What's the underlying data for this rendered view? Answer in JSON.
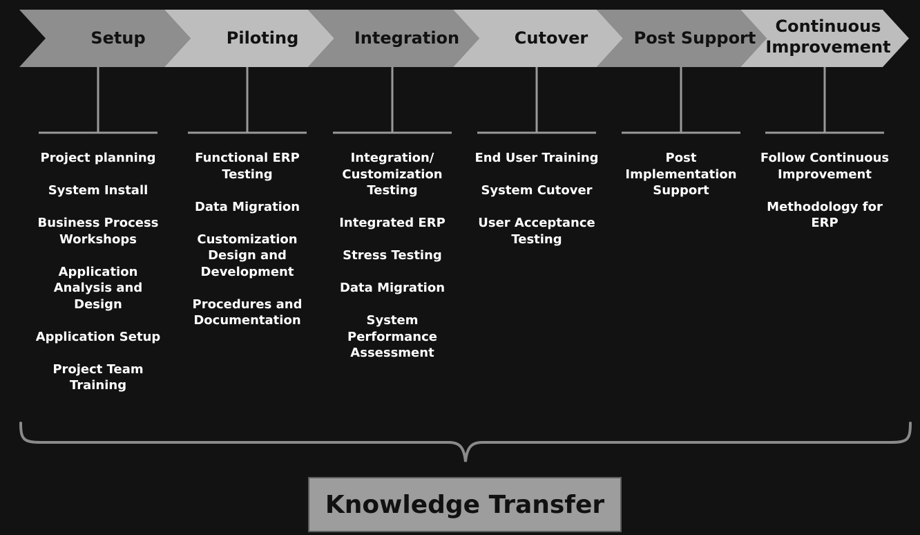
{
  "phases": [
    {
      "key": "setup",
      "label": "Setup",
      "fill": "#8e8e8e",
      "tasks": [
        "Project planning",
        "System Install",
        "Business Process Workshops",
        "Application Analysis and Design",
        "Application Setup",
        "Project Team Training"
      ]
    },
    {
      "key": "piloting",
      "label": "Piloting",
      "fill": "#bdbdbd",
      "tasks": [
        "Functional ERP Testing",
        "Data Migration",
        "Customization Design and Development",
        "Procedures and Documentation"
      ]
    },
    {
      "key": "integration",
      "label": "Integration",
      "fill": "#8e8e8e",
      "tasks": [
        "Integration/ Customization Testing",
        "Integrated ERP",
        "Stress Testing",
        "Data Migration",
        "System Performance Assessment"
      ]
    },
    {
      "key": "cutover",
      "label": "Cutover",
      "fill": "#bdbdbd",
      "tasks": [
        "End User Training",
        "System Cutover",
        "User Acceptance Testing"
      ]
    },
    {
      "key": "post-support",
      "label": "Post Support",
      "fill": "#8e8e8e",
      "tasks": [
        "Post Implementation Support"
      ]
    },
    {
      "key": "continuous-improvement",
      "label": "Continuous Improvement",
      "label_lines": [
        "Continuous",
        "Improvement"
      ],
      "fill": "#bdbdbd",
      "tasks": [
        "Follow Continuous Improvement",
        "Methodology for ERP"
      ]
    }
  ],
  "footer": {
    "label": "Knowledge Transfer"
  },
  "colors": {
    "background": "#121212",
    "connector": "#9a9a9a",
    "brace": "#8a8a8a",
    "box": "#9d9d9d"
  }
}
